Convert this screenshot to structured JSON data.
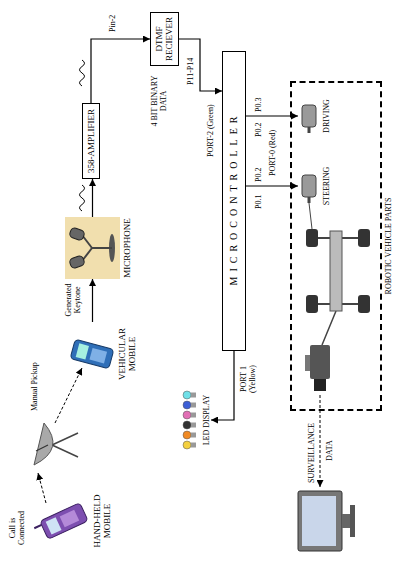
{
  "diagram": {
    "nodes": [
      {
        "text": [
          "HAND-HELD MOBILE"
        ]
      },
      {
        "text": [
          "VEHICULAR MOBILE"
        ]
      },
      {
        "text": [
          "MICROPHONE"
        ]
      },
      {
        "text": [
          "358-AMPLIFIER"
        ]
      },
      {
        "text": [
          "DTMF RECIEVER"
        ]
      },
      {
        "text": [
          "MICROCONTROLLER"
        ]
      },
      {
        "text": [
          "LED DISPLAY"
        ]
      },
      {
        "text": [
          "ROBOTIC VEHICLE PARTS"
        ]
      },
      {
        "text": [
          "STEERING"
        ],
        "in": 7
      },
      {
        "text": [
          "DRIVING"
        ],
        "in": 7
      }
    ],
    "edges": [
      {
        "from": 1,
        "to": 2,
        "arrow": "to",
        "label": "Generated Keytone"
      },
      {
        "from": 2,
        "to": 3,
        "arrow": "to"
      },
      {
        "from": 3,
        "to": 4,
        "arrow": "to",
        "label": "Pin-2"
      },
      {
        "from": 4,
        "to": 5,
        "arrow": "to",
        "label": "PORT-2 (Green)"
      },
      {
        "from": 5,
        "to": 6,
        "arrow": "to",
        "label": "PORT 1 (Yellow)"
      },
      {
        "from": 5,
        "to": 8,
        "arrow": "to"
      },
      {
        "from": 5,
        "to": 9,
        "arrow": "to"
      }
    ],
    "labels": [
      "Call is Connected",
      "Manual Pickup",
      "4 BIT BINARY DATA",
      "P11-P14",
      "P0.1",
      "P0.2",
      "PORT-0 (Red)",
      "P0.2",
      "P0.3",
      "SURVEILLANCE",
      "DATA"
    ]
  }
}
